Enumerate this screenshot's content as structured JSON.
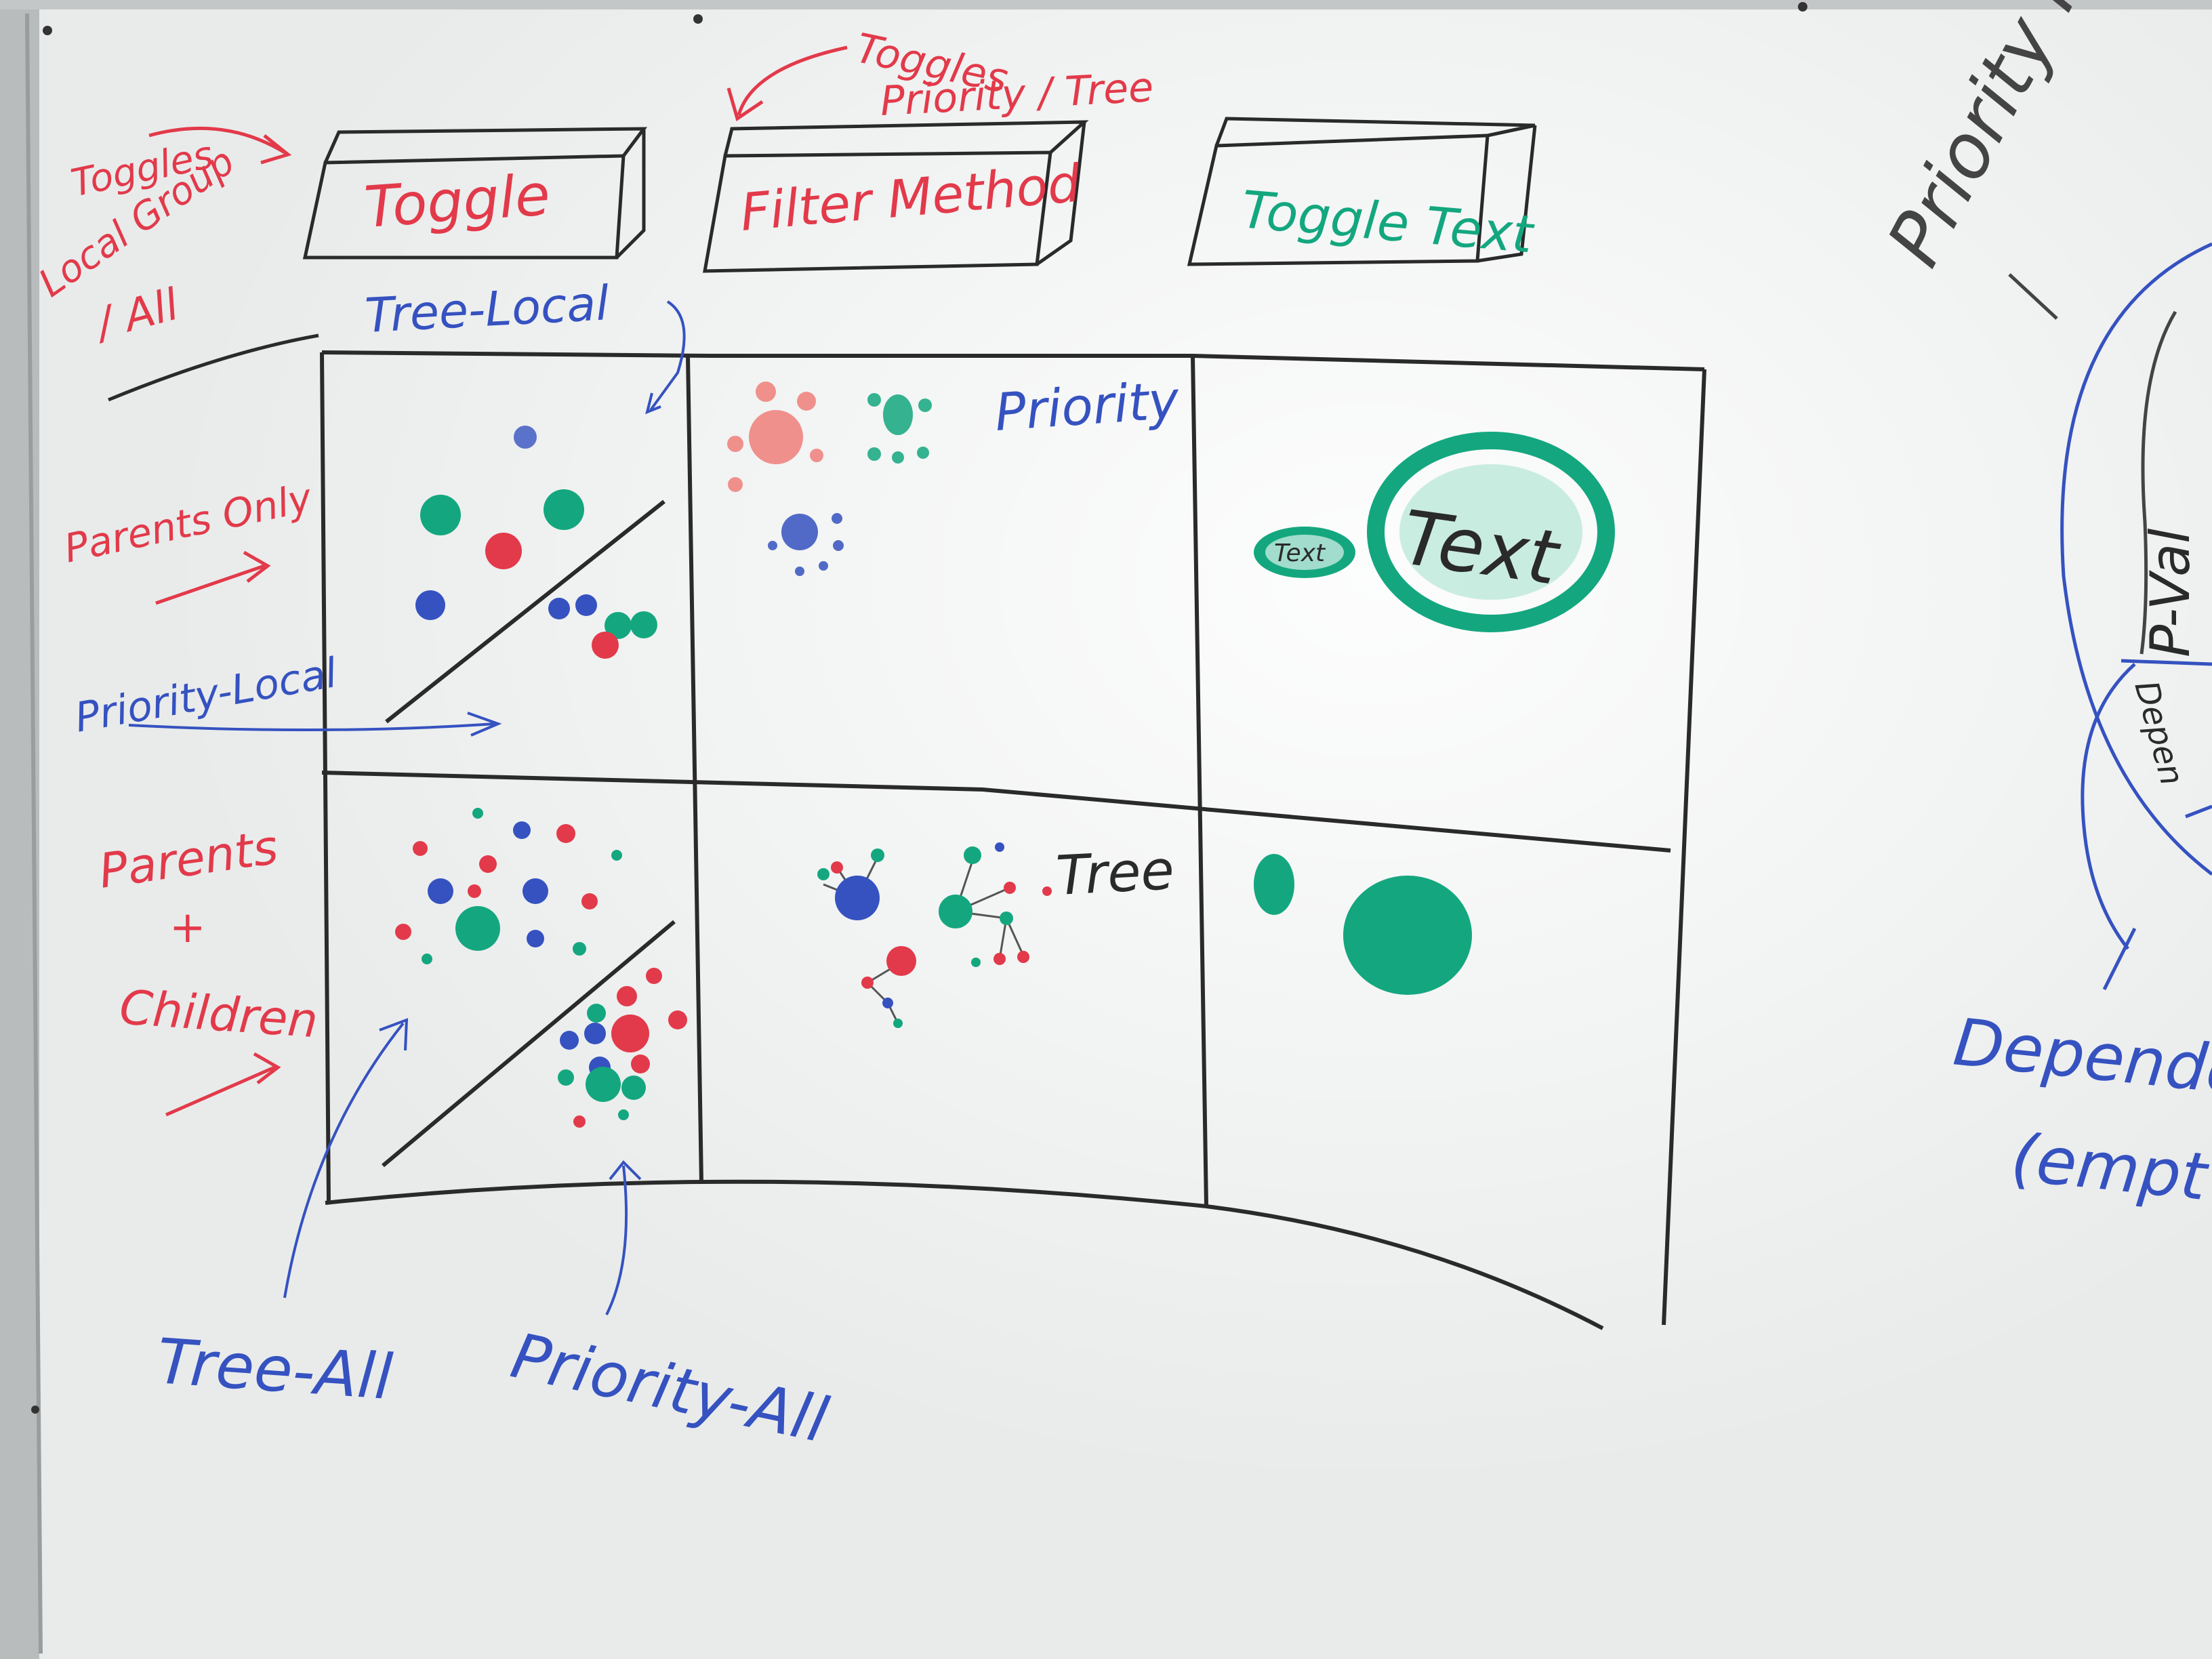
{
  "colors": {
    "board": "#eef0f0",
    "red": "#e23a4a",
    "blue": "#3552c0",
    "green": "#14a77f",
    "black": "#2a2a2a",
    "gray": "#5a5a5a"
  },
  "buttons": {
    "toggle": "Toggle",
    "filter_method": "Filter Method",
    "toggle_text": "Toggle Text"
  },
  "notes": {
    "toggles_local_group_line1": "Toggles",
    "toggles_local_group_line2": "Local Group",
    "toggles_local_group_line3": "/ All",
    "toggles_priority_tree_line1": "Toggles",
    "toggles_priority_tree_line2": "Priority / Tree",
    "tree_local": "Tree-Local",
    "priority_local": "Priority-Local",
    "parents_only": "Parents Only",
    "parents_children_line1": "Parents",
    "parents_children_line2": "+",
    "parents_children_line3": "Children",
    "priority": "Priority",
    "tree": "Tree",
    "text_small": "Text",
    "text_large": "Text",
    "tree_all": "Tree-All",
    "priority_all": "Priority-All",
    "priority_map_partial": "Priority Ma",
    "p_value_partial": "P-Val",
    "depend_partial": "Depen",
    "dependency_partial_line1": "Dependen",
    "dependency_partial_line2": "(empt"
  }
}
